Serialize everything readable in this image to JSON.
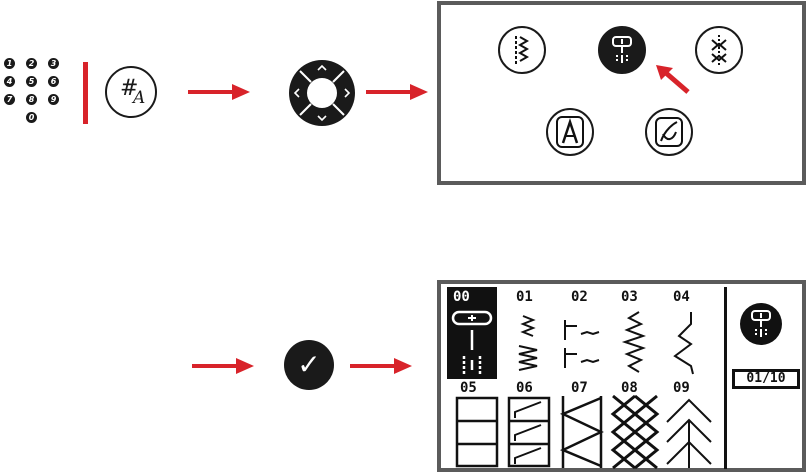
{
  "keypad": {
    "keys": [
      "1",
      "2",
      "3",
      "4",
      "5",
      "6",
      "7",
      "8",
      "9",
      "0"
    ]
  },
  "hash_button": {
    "hash": "#",
    "letter": "A"
  },
  "stitch_menu": {
    "categories": [
      "utility-stitches-icon",
      "buttonhole-stitches-icon",
      "decorative-stitches-icon",
      "alphabet-icon",
      "free-motion-icon"
    ],
    "selected": "buttonhole-stitches-icon"
  },
  "confirm": {
    "glyph": "✓"
  },
  "stitch_list": {
    "numbers": [
      "00",
      "01",
      "02",
      "03",
      "04",
      "05",
      "06",
      "07",
      "08",
      "09"
    ],
    "selected_number": "00",
    "page_counter": "01/10"
  },
  "colors": {
    "accent": "#d8232a",
    "frame": "#5b5b5b",
    "ink": "#1a1a1a"
  }
}
